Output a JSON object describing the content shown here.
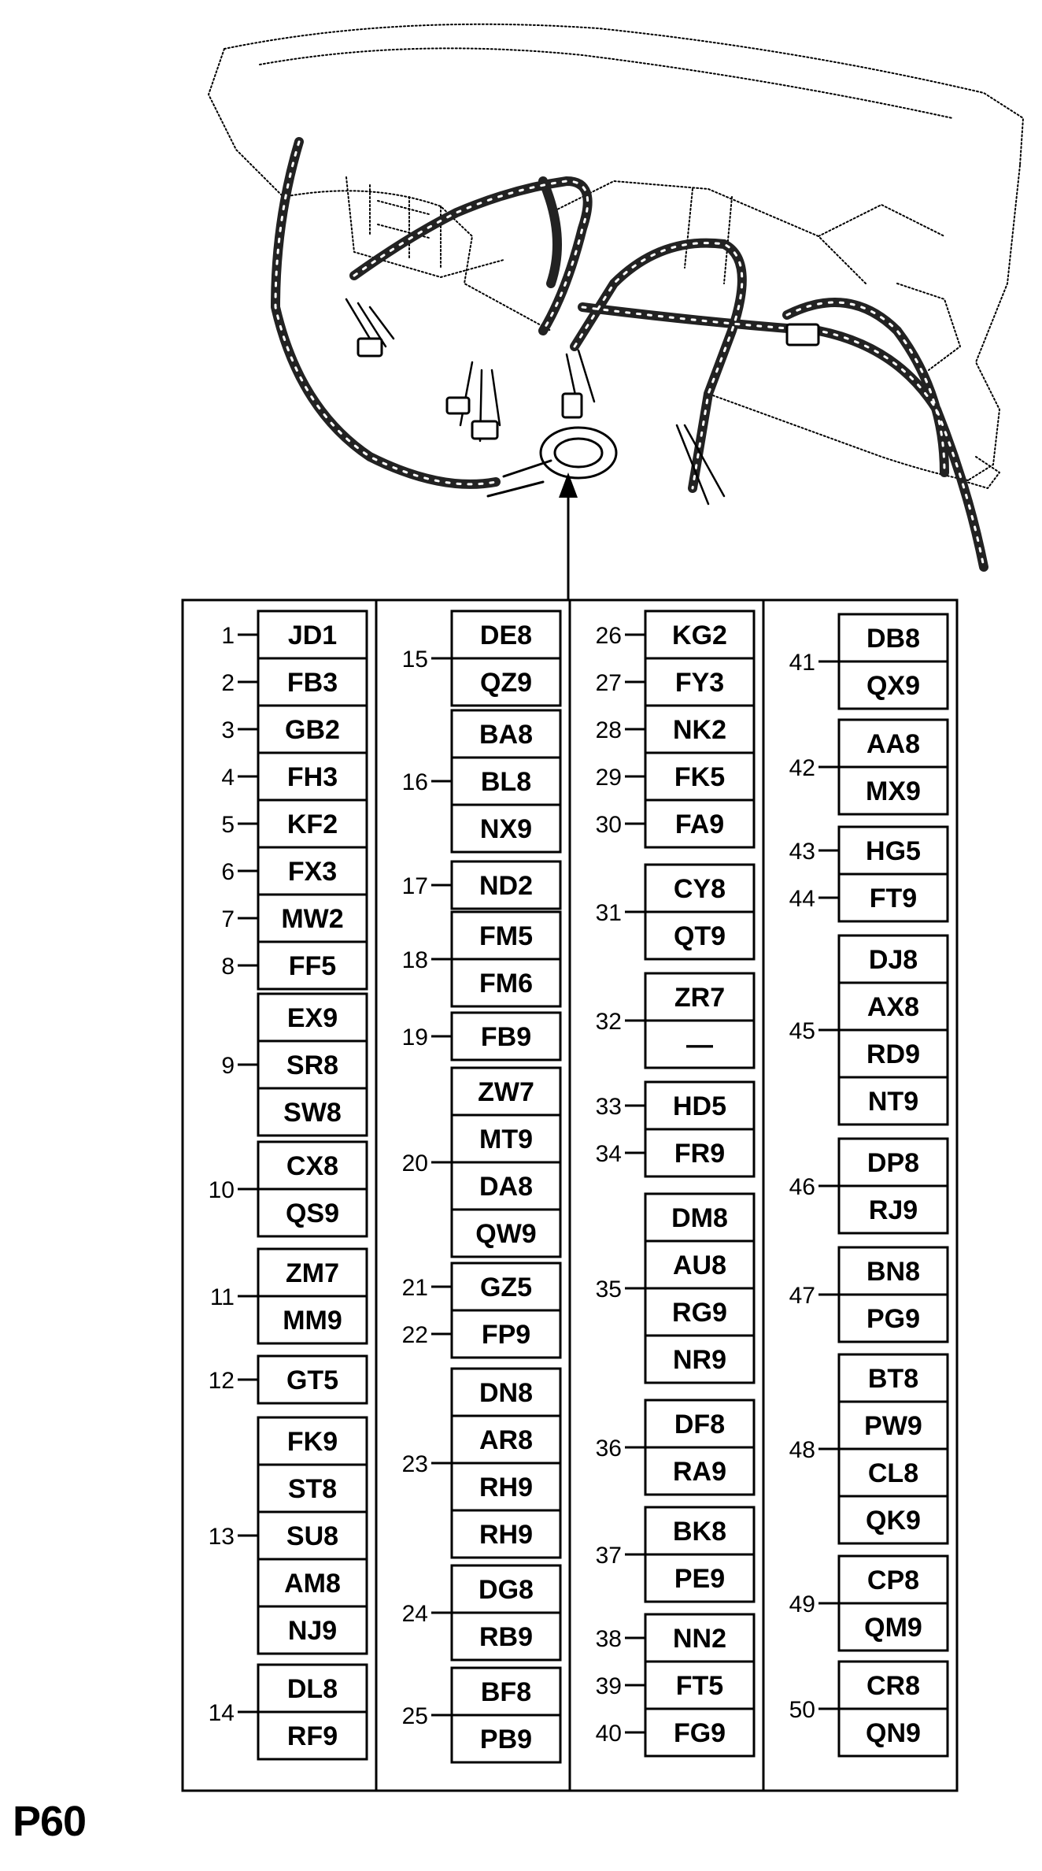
{
  "page_label": "P60",
  "columns": [
    {
      "groups": [
        {
          "num": "1",
          "codes": [
            "JD1"
          ]
        },
        {
          "num": "2",
          "codes": [
            "FB3"
          ]
        },
        {
          "num": "3",
          "codes": [
            "GB2"
          ]
        },
        {
          "num": "4",
          "codes": [
            "FH3"
          ]
        },
        {
          "num": "5",
          "codes": [
            "KF2"
          ]
        },
        {
          "num": "6",
          "codes": [
            "FX3"
          ]
        },
        {
          "num": "7",
          "codes": [
            "MW2"
          ]
        },
        {
          "num": "8",
          "codes": [
            "FF5"
          ]
        },
        {
          "num": "9",
          "codes": [
            "EX9",
            "SR8",
            "SW8"
          ]
        },
        {
          "num": "10",
          "codes": [
            "CX8",
            "QS9"
          ]
        },
        {
          "num": "11",
          "codes": [
            "ZM7",
            "MM9"
          ]
        },
        {
          "num": "12",
          "codes": [
            "GT5"
          ]
        },
        {
          "num": "13",
          "codes": [
            "FK9",
            "ST8",
            "SU8",
            "AM8",
            "NJ9"
          ]
        },
        {
          "num": "14",
          "codes": [
            "DL8",
            "RF9"
          ]
        }
      ]
    },
    {
      "groups": [
        {
          "num": "15",
          "codes": [
            "DE8",
            "QZ9"
          ]
        },
        {
          "num": "16",
          "codes": [
            "BA8",
            "BL8",
            "NX9"
          ]
        },
        {
          "num": "17",
          "codes": [
            "ND2"
          ]
        },
        {
          "num": "18",
          "codes": [
            "FM5",
            "FM6"
          ]
        },
        {
          "num": "19",
          "codes": [
            "FB9"
          ]
        },
        {
          "num": "20",
          "codes": [
            "ZW7",
            "MT9",
            "DA8",
            "QW9"
          ]
        },
        {
          "num": "21",
          "codes": [
            "GZ5"
          ]
        },
        {
          "num": "22",
          "codes": [
            "FP9"
          ]
        },
        {
          "num": "23",
          "codes": [
            "DN8",
            "AR8",
            "RH9",
            "RH9"
          ]
        },
        {
          "num": "24",
          "codes": [
            "DG8",
            "RB9"
          ]
        },
        {
          "num": "25",
          "codes": [
            "BF8",
            "PB9"
          ]
        }
      ]
    },
    {
      "groups": [
        {
          "num": "26",
          "codes": [
            "KG2"
          ]
        },
        {
          "num": "27",
          "codes": [
            "FY3"
          ]
        },
        {
          "num": "28",
          "codes": [
            "NK2"
          ]
        },
        {
          "num": "29",
          "codes": [
            "FK5"
          ]
        },
        {
          "num": "30",
          "codes": [
            "FA9"
          ]
        },
        {
          "num": "31",
          "codes": [
            "CY8",
            "QT9"
          ]
        },
        {
          "num": "32",
          "codes": [
            "ZR7",
            "—"
          ]
        },
        {
          "num": "33",
          "codes": [
            "HD5"
          ]
        },
        {
          "num": "34",
          "codes": [
            "FR9"
          ]
        },
        {
          "num": "35",
          "codes": [
            "DM8",
            "AU8",
            "RG9",
            "NR9"
          ]
        },
        {
          "num": "36",
          "codes": [
            "DF8",
            "RA9"
          ]
        },
        {
          "num": "37",
          "codes": [
            "BK8",
            "PE9"
          ]
        },
        {
          "num": "38",
          "codes": [
            "NN2"
          ]
        },
        {
          "num": "39",
          "codes": [
            "FT5"
          ]
        },
        {
          "num": "40",
          "codes": [
            "FG9"
          ]
        }
      ]
    },
    {
      "groups": [
        {
          "num": "41",
          "codes": [
            "DB8",
            "QX9"
          ]
        },
        {
          "num": "42",
          "codes": [
            "AA8",
            "MX9"
          ]
        },
        {
          "num": "43",
          "codes": [
            "HG5"
          ]
        },
        {
          "num": "44",
          "codes": [
            "FT9"
          ]
        },
        {
          "num": "45",
          "codes": [
            "DJ8",
            "AX8",
            "RD9",
            "NT9"
          ]
        },
        {
          "num": "46",
          "codes": [
            "DP8",
            "RJ9"
          ]
        },
        {
          "num": "47",
          "codes": [
            "BN8",
            "PG9"
          ]
        },
        {
          "num": "48",
          "codes": [
            "BT8",
            "PW9",
            "CL8",
            "QK9"
          ]
        },
        {
          "num": "49",
          "codes": [
            "CP8",
            "QM9"
          ]
        },
        {
          "num": "50",
          "codes": [
            "CR8",
            "QN9"
          ]
        }
      ]
    }
  ]
}
